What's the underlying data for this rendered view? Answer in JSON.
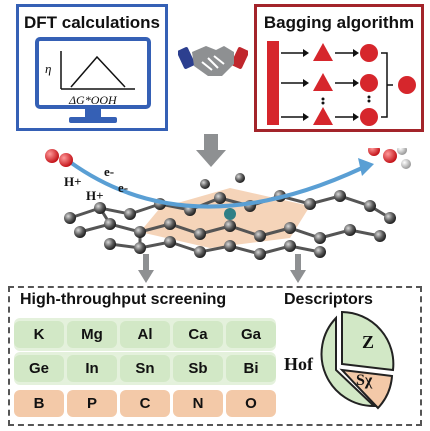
{
  "dft_box": {
    "title": "DFT calculations",
    "y_axis": "η",
    "x_axis": "ΔG*OOH",
    "accent": "#3560b5"
  },
  "bagging_box": {
    "title": "Bagging algorithm",
    "accent": "#a3242a"
  },
  "electron_labels": {
    "h1": "H+",
    "h2": "H+",
    "e1": "e-",
    "e2": "e-"
  },
  "screening": {
    "title": "High-throughput screening",
    "rows": [
      [
        "K",
        "Mg",
        "Al",
        "Ca",
        "Ga"
      ],
      [
        "Ge",
        "In",
        "Sn",
        "Sb",
        "Bi"
      ],
      [
        "B",
        "P",
        "C",
        "N",
        "O"
      ]
    ],
    "row_colors": [
      "#d2e8c6",
      "#d2e8c6",
      "#f3c9a8"
    ]
  },
  "descriptors": {
    "title": "Descriptors",
    "slices": [
      {
        "label": "Hof",
        "color": "#d2e8c6"
      },
      {
        "label": "Z",
        "color": "#d2e8c6"
      },
      {
        "label": "Sχ",
        "color": "#f3c9a8"
      }
    ]
  }
}
